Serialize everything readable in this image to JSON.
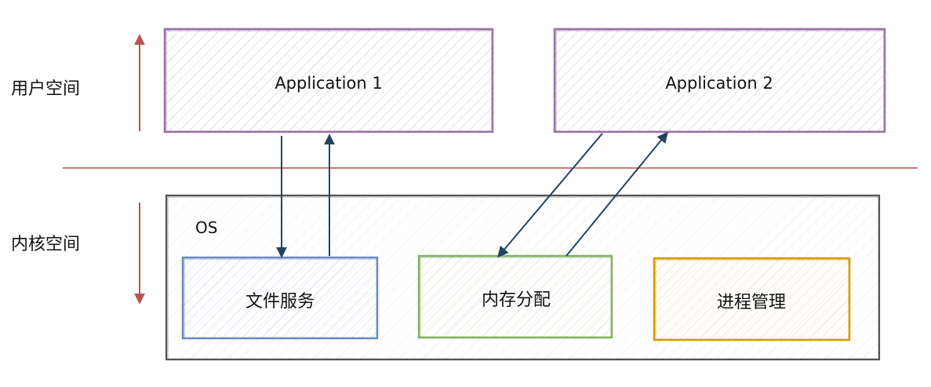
{
  "labels": {
    "user_space": "用户空间",
    "kernel_space": "内核空间",
    "os": "OS"
  },
  "apps": {
    "app1": "Application 1",
    "app2": "Application 2"
  },
  "services": {
    "file": "文件服务",
    "memory": "内存分配",
    "process": "进程管理"
  },
  "colors": {
    "app_stroke": "#9673a6",
    "app_hatch": "#d6c8e0",
    "file_stroke": "#6c8ebf",
    "file_hatch": "#cddbef",
    "memory_stroke": "#82b366",
    "memory_hatch": "#d2e6c6",
    "process_stroke": "#d79b00",
    "process_hatch": "#f5dcb0",
    "os_stroke": "#555555",
    "os_hatch": "#e4e4e4",
    "divider": "#b85450",
    "space_arrow": "#b85450",
    "flow_arrow": "#23445d"
  }
}
